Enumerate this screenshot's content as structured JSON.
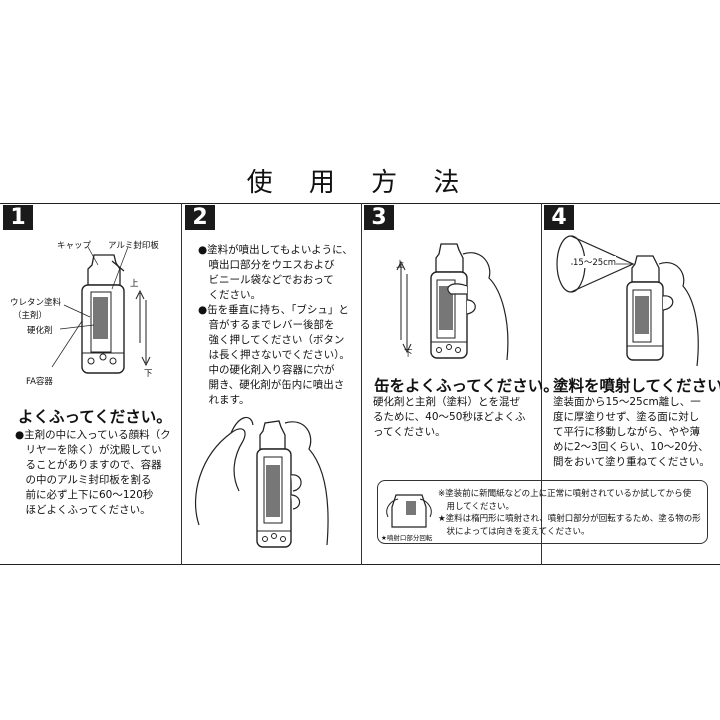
{
  "title": "使 用 方 法",
  "steps": [
    {
      "number": "1",
      "labels": {
        "cap": "キャップ",
        "alumi": "アルミ封印板",
        "urethane": "ウレタン塗料",
        "main": "（主剤）",
        "hardener": "硬化剤",
        "fa": "FA容器",
        "up": "上",
        "down": "下"
      },
      "heading": "よくふってください。",
      "lines": [
        "●主剤の中に入っている顔料（ク",
        "　リヤーを除く）が沈殿してい",
        "　ることがありますので、容器",
        "　の中のアルミ封印板を割る",
        "　前に必ず上下に60～120秒",
        "　ほどよくふってください。"
      ]
    },
    {
      "number": "2",
      "lines": [
        "●塗料が噴出してもよいように、",
        "　噴出口部分をウエスおよび",
        "　ビニール袋などでおおって",
        "　ください。",
        "●缶を垂直に持ち、「ブシュ」と",
        "　音がするまでレバー後部を",
        "　強く押してください（ボタン",
        "　は長く押さないでください）。",
        "　中の硬化剤入り容器に穴が",
        "　開き、硬化剤が缶内に噴出さ",
        "　れます。"
      ]
    },
    {
      "number": "3",
      "labels": {
        "up": "上",
        "down": "下"
      },
      "heading": "缶をよくふってください。",
      "lines": [
        "硬化剤と主剤（塗料）とを混ぜ",
        "るために、40～50秒ほどよくふ",
        "ってください。"
      ]
    },
    {
      "number": "4",
      "labels": {
        "distance": "15～25cm"
      },
      "heading": "塗料を噴射してください。",
      "lines": [
        "塗装面から15～25cm離し、一",
        "度に厚塗りせず、塗る面に対し",
        "て平行に移動しながら、やや薄",
        "めに2～3回くらい、10～20分、",
        "間をおいて塗り重ねてください。"
      ]
    }
  ],
  "note": {
    "caption": "★噴射口部分回転",
    "lines": [
      "※塗装前に新聞紙などの上に正常に噴射されているか試してから使",
      "　用してください。",
      "★塗料は楕円形に噴射され、噴射口部分が回転するため、塗る物の形",
      "　状によっては向きを変えてください。"
    ]
  }
}
